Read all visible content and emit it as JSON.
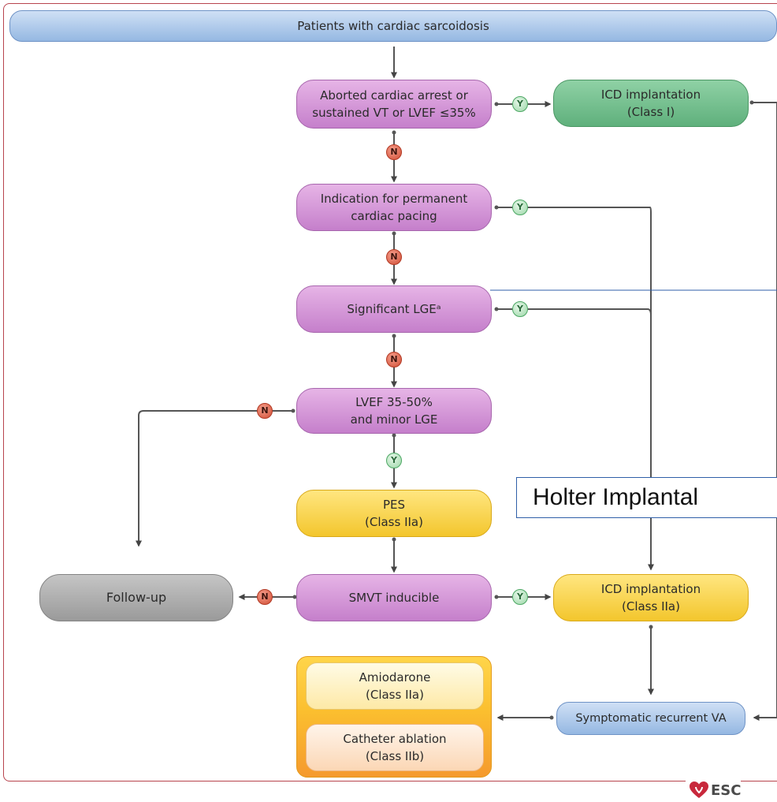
{
  "nodes": {
    "patients": "Patients with cardiac sarcoidosis",
    "aborted": "Aborted cardiac arrest or\nsustained VT or LVEF ≤35%",
    "icd_class1": "ICD implantation\n(Class I)",
    "pacing": "Indication for permanent\ncardiac pacing",
    "lge": "Significant LGEᵃ",
    "lvef": "LVEF 35-50%\nand minor LGE",
    "pes": "PES\n(Class IIa)",
    "followup": "Follow-up",
    "smvt": "SMVT inducible",
    "icd_class2a": "ICD implantation\n(Class IIa)",
    "amiodarone": "Amiodarone\n(Class IIa)",
    "ablation": "Catheter ablation\n(Class IIb)",
    "symptomatic": "Symptomatic recurrent VA"
  },
  "labels": {
    "yes": "Y",
    "no": "N"
  },
  "overlay_text": "Holter Implantal",
  "logo": {
    "text": "ESC",
    "icon": "heart-icon"
  },
  "colors": {
    "frame": "#b8444e",
    "decision": "#c57fcb",
    "class1": "#5fb07c",
    "class2a": "#f3c62d",
    "start": "#95b8e2",
    "followup": "#9a9a9a",
    "overlay_border": "#2f5fa8"
  }
}
